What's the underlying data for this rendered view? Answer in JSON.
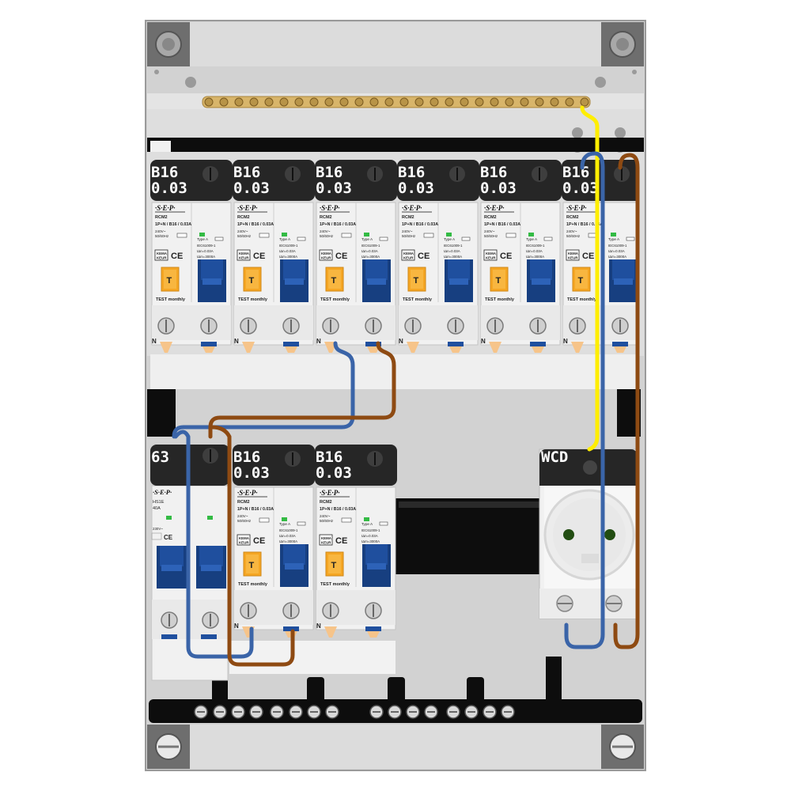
{
  "colors": {
    "enclosure": "#d2d2d2",
    "panel": "#e0e0e0",
    "din_rail": "#0d0d0d",
    "breaker_body": "#f1f1f1",
    "label_bg": "#262626",
    "lever_blue": "#1f4f9e",
    "test_orange": "#f5a623",
    "wire_blue": "#3a64a8",
    "wire_brown": "#8e4a12",
    "wire_yellow": "#ffee00",
    "busbar": "#d8b56a",
    "indicator_green": "#33bb44"
  },
  "rcbo_common": {
    "brand": "·S·E·P·",
    "model": "RCM2",
    "rating_line": "1P+N / B16 / 0.03A",
    "voltage_line1": "240V~",
    "voltage_line2": "50/60Hz",
    "type_line": "Type A",
    "std_line": "IEC61009-1",
    "idn_line": "IΔn=0.03A",
    "icn_line": "IΔm=3000A",
    "test_key": "T",
    "test_text": "TEST monthly",
    "kema_line1": "KEMA",
    "kema_line2": "KEUR",
    "ce_mark": "CE",
    "neutral_mark": "N"
  },
  "top_row": [
    {
      "line1": "B16",
      "line2": "0.03"
    },
    {
      "line1": "B16",
      "line2": "0.03"
    },
    {
      "line1": "B16",
      "line2": "0.03"
    },
    {
      "line1": "B16",
      "line2": "0.03"
    },
    {
      "line1": "B16",
      "line2": "0.03"
    },
    {
      "line1": "B16",
      "line2": "0.03"
    }
  ],
  "main_switch": {
    "label": "63",
    "brand": "·S·E·P·",
    "model": "HS1E",
    "rating": "40A",
    "spec": "230V~",
    "ce_mark": "CE"
  },
  "bottom_row": [
    {
      "line1": "B16",
      "line2": "0.03"
    },
    {
      "line1": "B16",
      "line2": "0.03"
    }
  ],
  "socket": {
    "label": "WCD"
  }
}
